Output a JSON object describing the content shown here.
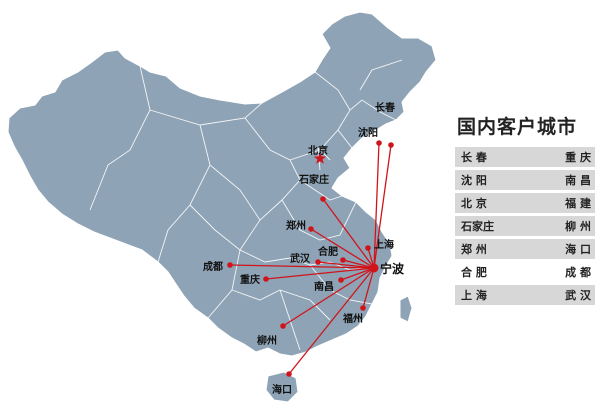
{
  "map": {
    "origin": "宁波",
    "cities": [
      {
        "id": "changchun",
        "label": "长春"
      },
      {
        "id": "shenyang",
        "label": "沈阳"
      },
      {
        "id": "beijing",
        "label": "北京"
      },
      {
        "id": "shijiazhuang",
        "label": "石家庄"
      },
      {
        "id": "zhengzhou",
        "label": "郑州"
      },
      {
        "id": "hefei",
        "label": "合肥"
      },
      {
        "id": "shanghai",
        "label": "上海"
      },
      {
        "id": "wuhan",
        "label": "武汉"
      },
      {
        "id": "chengdu",
        "label": "成都"
      },
      {
        "id": "chongqing",
        "label": "重庆"
      },
      {
        "id": "nanchang",
        "label": "南昌"
      },
      {
        "id": "fuzhou",
        "label": "福州"
      },
      {
        "id": "liuzhou",
        "label": "柳州"
      },
      {
        "id": "haikou",
        "label": "海口"
      }
    ],
    "colors": {
      "land": "#8ea3b5",
      "border": "#ffffff",
      "route": "#d0141b",
      "capital_star": "#d0141b"
    }
  },
  "legend": {
    "title": "国内客户城市",
    "rows": [
      {
        "left": "长 春",
        "right": "重 庆"
      },
      {
        "left": "沈 阳",
        "right": "南 昌"
      },
      {
        "left": "北 京",
        "right": "福 建"
      },
      {
        "left": "石家庄",
        "right": "柳 州"
      },
      {
        "left": "郑 州",
        "right": "海 口"
      },
      {
        "left": "合 肥",
        "right": "成 都"
      },
      {
        "left": "上 海",
        "right": "武 汉"
      }
    ]
  }
}
